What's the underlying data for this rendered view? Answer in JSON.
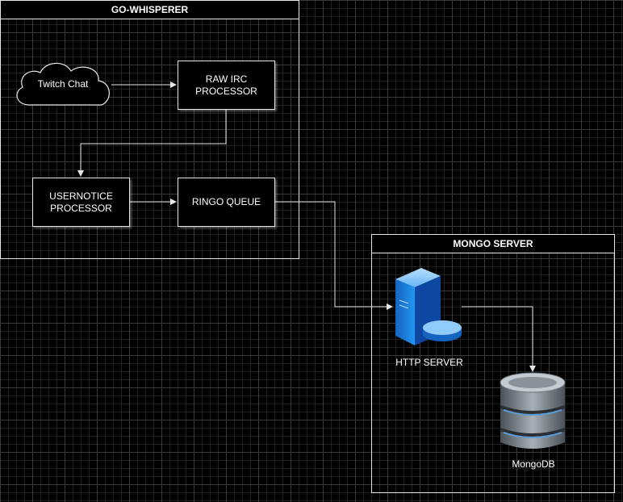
{
  "containers": {
    "go_whisperer": "GO-WHISPERER",
    "mongo_server": "MONGO SERVER"
  },
  "nodes": {
    "twitch_chat": "Twitch Chat",
    "raw_irc_processor": "RAW IRC\nPROCESSOR",
    "usernotice_processor": "USERNOTICE\nPROCESSOR",
    "ringo_queue": "RINGO QUEUE",
    "http_server": "HTTP SERVER",
    "mongodb": "MongoDB"
  },
  "icons": {
    "cloud": "cloud-icon",
    "server": "server-icon",
    "database": "database-icon"
  },
  "colors": {
    "background": "#000000",
    "stroke": "#e6e6e6",
    "server_blue": "#1e88e5",
    "db_gray": "#8a9299",
    "db_ring": "#5b9bd5"
  }
}
